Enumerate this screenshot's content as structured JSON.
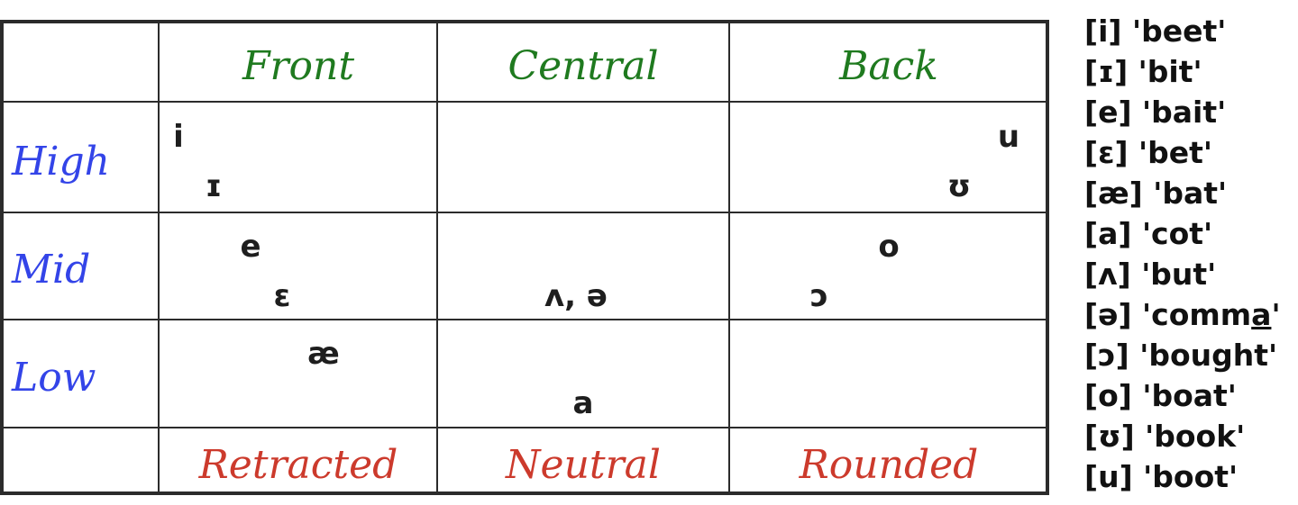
{
  "colors": {
    "column_headers": "#1f7a1f",
    "row_headers": "#3344e8",
    "lip_labels": "#cc3a2c",
    "vowels": "#1e1e1e",
    "grid": "#2b2b2b"
  },
  "columns": [
    "Front",
    "Central",
    "Back"
  ],
  "rows": [
    "High",
    "Mid",
    "Low"
  ],
  "lip_rounding": [
    "Retracted",
    "Neutral",
    "Rounded"
  ],
  "vowels": [
    {
      "symbol": "i",
      "row": "High",
      "column": "Front"
    },
    {
      "symbol": "ɪ",
      "row": "High",
      "column": "Front"
    },
    {
      "symbol": "u",
      "row": "High",
      "column": "Back"
    },
    {
      "symbol": "ʊ",
      "row": "High",
      "column": "Back"
    },
    {
      "symbol": "e",
      "row": "Mid",
      "column": "Front"
    },
    {
      "symbol": "ɛ",
      "row": "Mid",
      "column": "Front"
    },
    {
      "symbol": "ʌ, ə",
      "row": "Mid",
      "column": "Central"
    },
    {
      "symbol": "o",
      "row": "Mid",
      "column": "Back"
    },
    {
      "symbol": "ɔ",
      "row": "Mid",
      "column": "Back"
    },
    {
      "symbol": "æ",
      "row": "Low",
      "column": "Front"
    },
    {
      "symbol": "a",
      "row": "Low",
      "column": "Central"
    }
  ],
  "legend": [
    {
      "symbol": "[i]",
      "word": "'beet'"
    },
    {
      "symbol": "[ɪ]",
      "word": "'bit'"
    },
    {
      "symbol": "[e]",
      "word": "'bait'"
    },
    {
      "symbol": "[ɛ]",
      "word": "'bet'"
    },
    {
      "symbol": "[æ]",
      "word": "'bat'"
    },
    {
      "symbol": "[a]",
      "word": "'cot'"
    },
    {
      "symbol": "[ʌ]",
      "word": "'but'"
    },
    {
      "symbol": "[ə]",
      "word": "'comma'",
      "word_plain": "'comm",
      "word_underlined": "a",
      "word_after": "'"
    },
    {
      "symbol": "[ɔ]",
      "word": "'bought'"
    },
    {
      "symbol": "[o]",
      "word": "'boat'"
    },
    {
      "symbol": "[ʊ]",
      "word": "'book'"
    },
    {
      "symbol": "[u]",
      "word": "'boot'"
    }
  ]
}
